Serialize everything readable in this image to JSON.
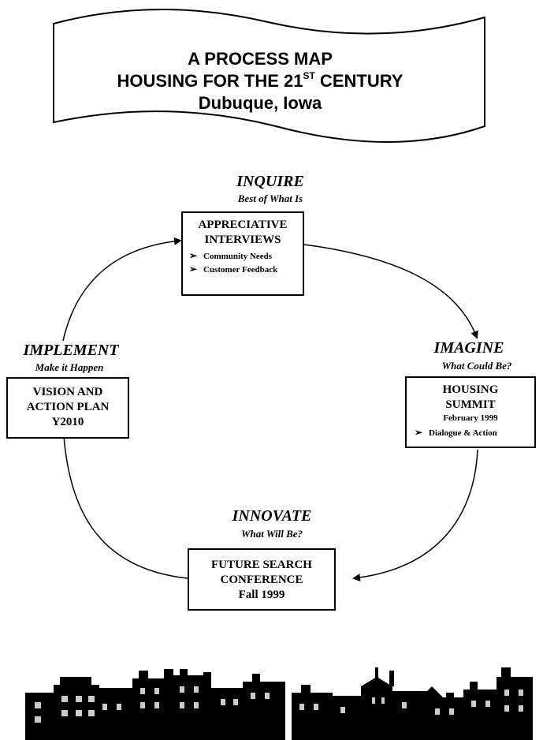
{
  "banner": {
    "line1": "A PROCESS MAP",
    "line2_main": "HOUSING FOR THE 21",
    "line2_sup": "ST",
    "line2_end": " CENTURY",
    "line3": "Dubuque, Iowa"
  },
  "stages": {
    "inquire": {
      "title": "INQUIRE",
      "subtitle": "Best of What Is",
      "box_lines": [
        "APPRECIATIVE",
        "INTERVIEWS"
      ],
      "bullets": [
        "Community Needs",
        "Customer Feedback"
      ]
    },
    "imagine": {
      "title": "IMAGINE",
      "subtitle": "What Could Be?",
      "box_lines": [
        "HOUSING",
        "SUMMIT"
      ],
      "date": "February 1999",
      "bullets": [
        "Dialogue & Action"
      ]
    },
    "innovate": {
      "title": "INNOVATE",
      "subtitle": "What Will Be?",
      "box_lines": [
        "FUTURE SEARCH",
        "CONFERENCE",
        "Fall 1999"
      ]
    },
    "implement": {
      "title": "IMPLEMENT",
      "subtitle": "Make it Happen",
      "box_lines": [
        "VISION AND",
        "ACTION PLAN",
        "Y2010"
      ]
    }
  },
  "bullet_glyph": "➢"
}
